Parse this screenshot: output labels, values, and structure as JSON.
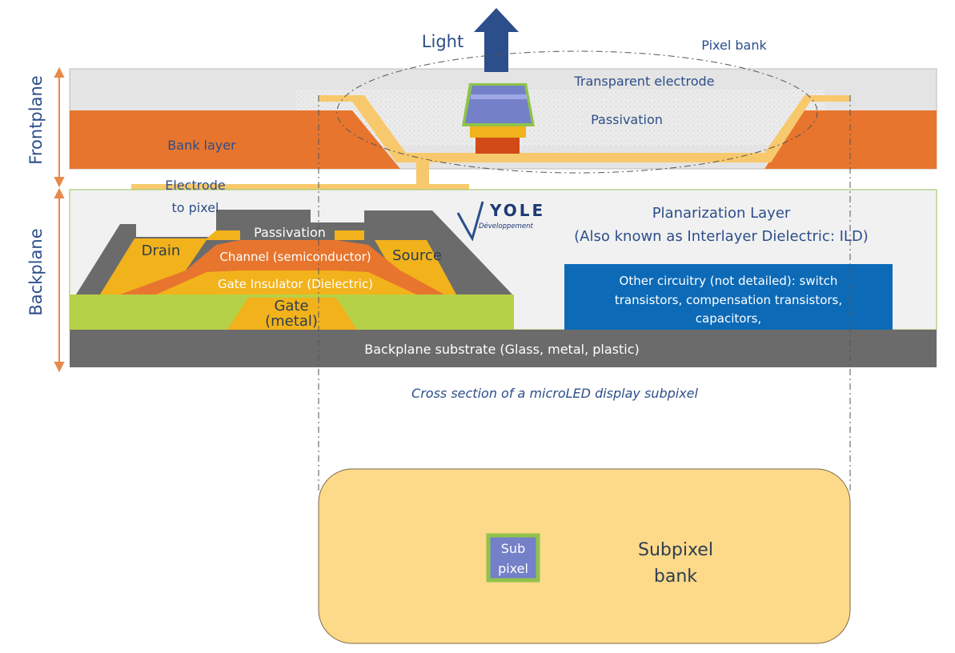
{
  "labels": {
    "light": "Light",
    "pixel_bank": "Pixel bank",
    "transparent_electrode": "Transparent electrode",
    "passivation_top": "Passivation",
    "bank_layer": "Bank layer",
    "electrode_to_pixel": [
      "Electrode",
      "to pixel"
    ],
    "frontplane": "Frontplane",
    "backplane": "Backplane",
    "planarization": [
      "Planarization Layer",
      "(Also known as Interlayer Dielectric: ILD)"
    ],
    "passivation_tft": "Passivation",
    "drain": "Drain",
    "channel": "Channel (semiconductor)",
    "source": "Source",
    "gate_insulator": "Gate Insulator (Dielectric)",
    "gate": [
      "Gate",
      "(metal)"
    ],
    "other_circuitry": [
      "Other circuitry (not detailed): switch",
      "transistors, compensation transistors,",
      "capacitors,"
    ],
    "substrate": "Backplane substrate (Glass, metal, plastic)",
    "caption": "Cross section of a microLED display subpixel",
    "sub_pixel": [
      "Sub",
      "pixel"
    ],
    "subpixel_bank": [
      "Subpixel",
      "bank"
    ]
  },
  "logo": {
    "brand": "YOLE",
    "tagline": "Développement"
  },
  "colors": {
    "bank_orange": "#e8752e",
    "electrode_yellow": "#f8c96c",
    "frontplane_gray": "#e4e4e4",
    "backplane_bg": "#f1f1f1",
    "substrate_gray": "#6b6b6b",
    "gate_green": "#b5d147",
    "gate_yellow": "#f2b21b",
    "circuitry_blue": "#0c6ab7",
    "text_blue": "#2c4e8a",
    "arrow_orange": "#e8894a",
    "led_blue": "#7480c8",
    "led_green": "#8fc34a",
    "bank_bottom_fill": "#fdd98a"
  }
}
